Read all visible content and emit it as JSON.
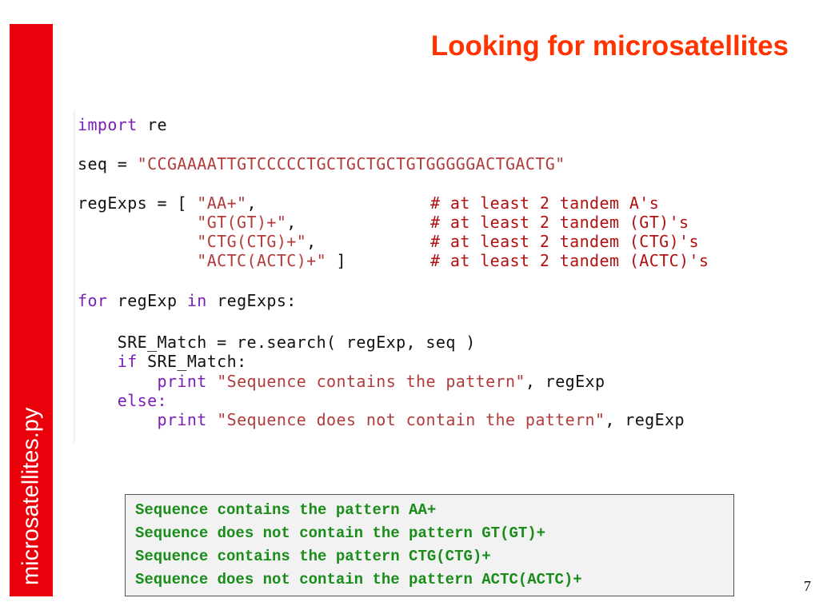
{
  "sidebar": {
    "label": "microsatellites.py",
    "color": "#e8000b"
  },
  "slide": {
    "title": "Looking for microsatellites",
    "title_color": "#ff3300",
    "page_number": "7"
  },
  "code": {
    "l1_kw": "import",
    "l1_rest": " re",
    "l2_a": "seq = ",
    "l2_str": "\"CCGAAAATTGTCCCCCTGCTGCTGCTGTGGGGGACTGACTG\"",
    "l3_a": "regExps = [ ",
    "l3_str": "\"AA+\"",
    "l3_b": ",",
    "l3_cmt": "# at least 2 tandem A's",
    "l4_str": "\"GT(GT)+\"",
    "l4_b": ",",
    "l4_cmt": "# at least 2 tandem (GT)'s",
    "l5_str": "\"CTG(CTG)+\"",
    "l5_b": ",",
    "l5_cmt": "# at least 2 tandem (CTG)'s",
    "l6_str": "\"ACTC(ACTC)+\"",
    "l6_b": " ]",
    "l6_cmt": "# at least 2 tandem (ACTC)'s",
    "l7_kw1": "for",
    "l7_a": " regExp ",
    "l7_kw2": "in",
    "l7_b": " regExps:",
    "l8": "    SRE_Match = re.search( regExp, seq )",
    "l9_kw": "if",
    "l9_rest": " SRE_Match:",
    "l10_kw": "print",
    "l10_str": "\"Sequence contains the pattern\"",
    "l10_rest": ", regExp",
    "l11_kw": "else:",
    "l12_kw": "print",
    "l12_str": "\"Sequence does not contain the pattern\"",
    "l12_rest": ", regExp"
  },
  "output": {
    "lines": [
      "Sequence contains the pattern AA+",
      "Sequence does not contain the pattern GT(GT)+",
      "Sequence contains the pattern CTG(CTG)+",
      "Sequence does not contain the pattern ACTC(ACTC)+"
    ],
    "color": "#1a8c1a"
  }
}
